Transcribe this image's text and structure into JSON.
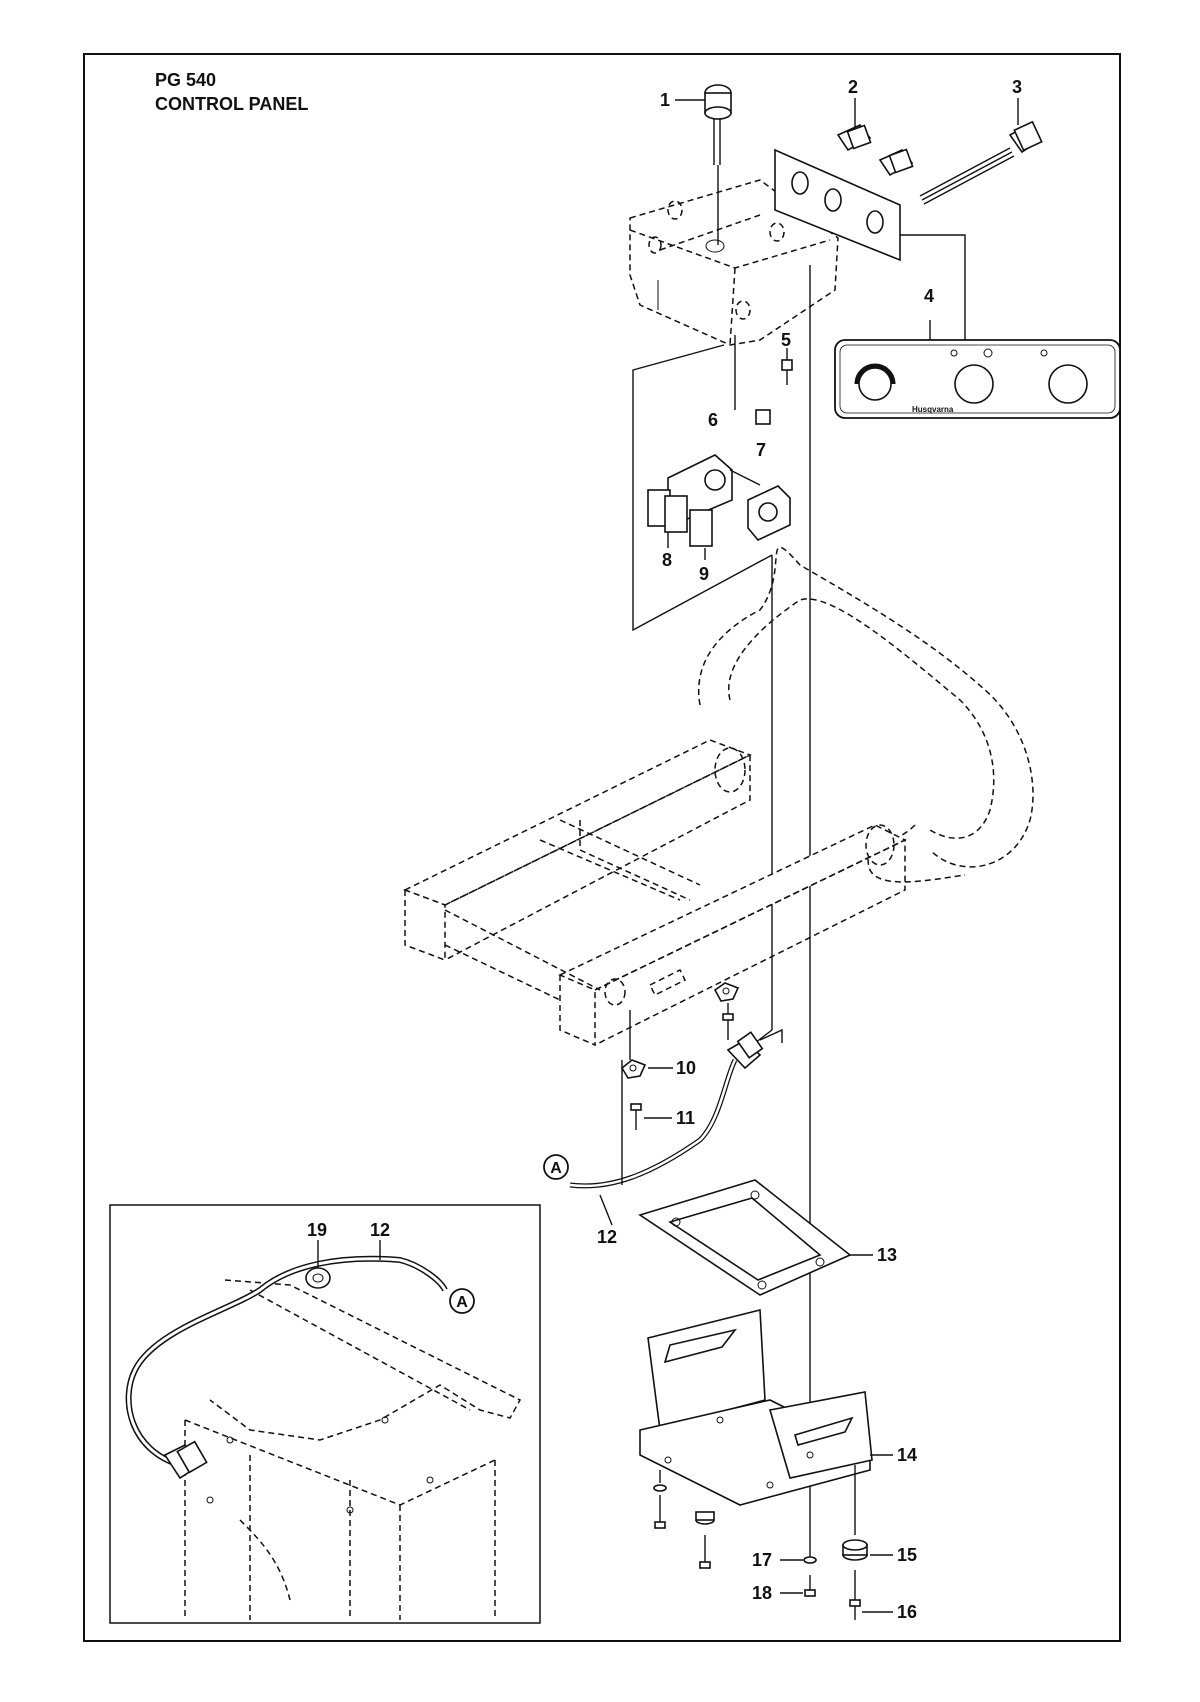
{
  "header": {
    "model": "PG 540",
    "section": "CONTROL PANEL"
  },
  "callouts": {
    "c1": "1",
    "c2": "2",
    "c3": "3",
    "c4": "4",
    "c5": "5",
    "c6": "6",
    "c7": "7",
    "c8": "8",
    "c9": "9",
    "c10": "10",
    "c11": "11",
    "c12": "12",
    "c13": "13",
    "c14": "14",
    "c15": "15",
    "c16": "16",
    "c17": "17",
    "c18": "18",
    "c19": "19",
    "inset_12": "12"
  },
  "connector": {
    "main": "A",
    "inset": "A"
  },
  "panel": {
    "brand": "Husqvarna"
  },
  "colors": {
    "ink": "#111111",
    "background": "#ffffff"
  }
}
